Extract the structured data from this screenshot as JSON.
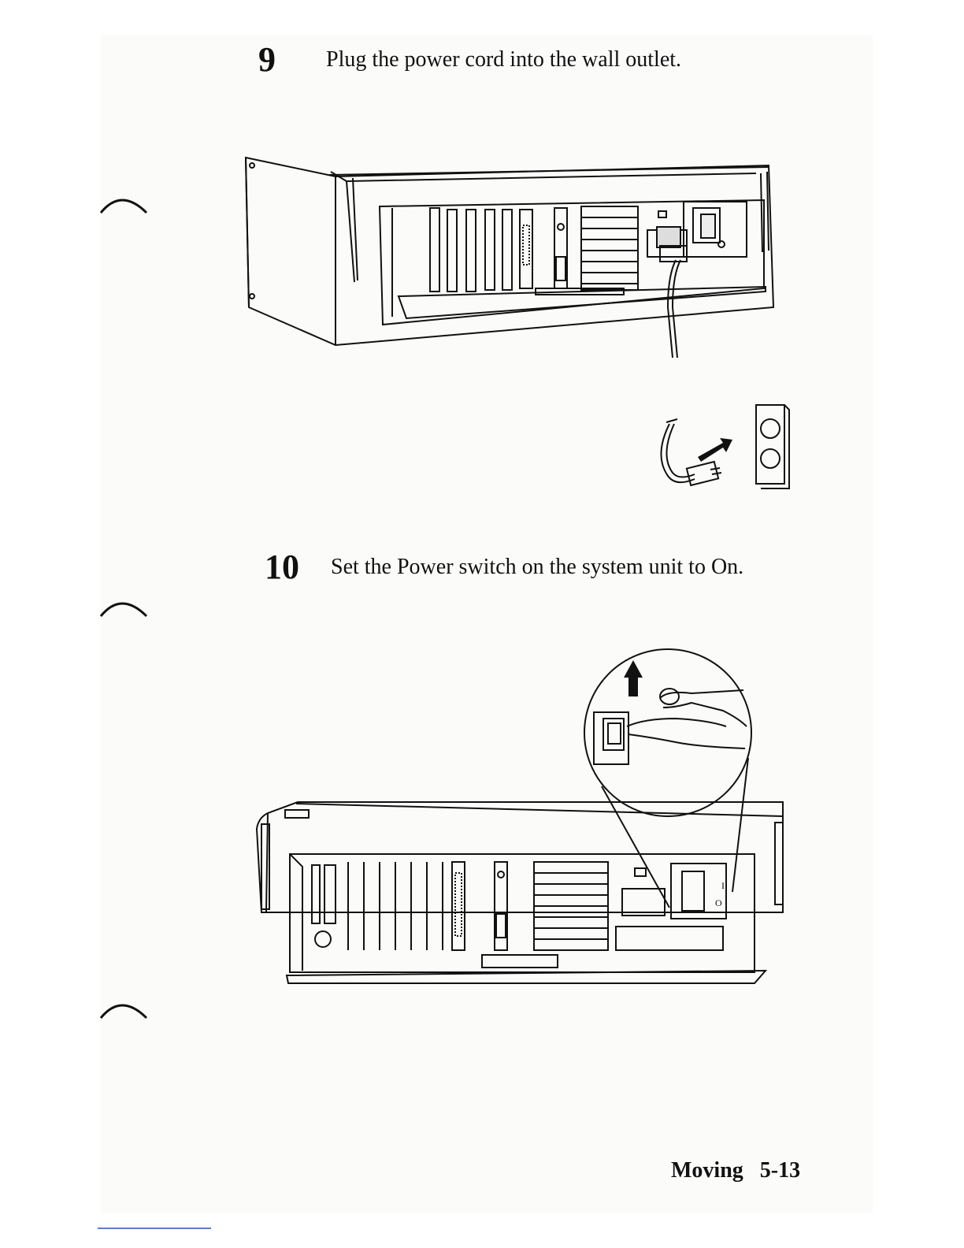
{
  "steps": [
    {
      "number": "9",
      "text": "Plug the power cord into the wall outlet."
    },
    {
      "number": "10",
      "text": "Set the Power switch on the system unit to On."
    }
  ],
  "footer": {
    "section": "Moving",
    "page": "5-13"
  },
  "switch_marks": {
    "on": "I",
    "off": "O"
  },
  "figures": {
    "rear_view_cord": "system-unit-rear-illustration",
    "outlet": "wall-outlet-illustration",
    "power_switch": "power-switch-illustration"
  }
}
